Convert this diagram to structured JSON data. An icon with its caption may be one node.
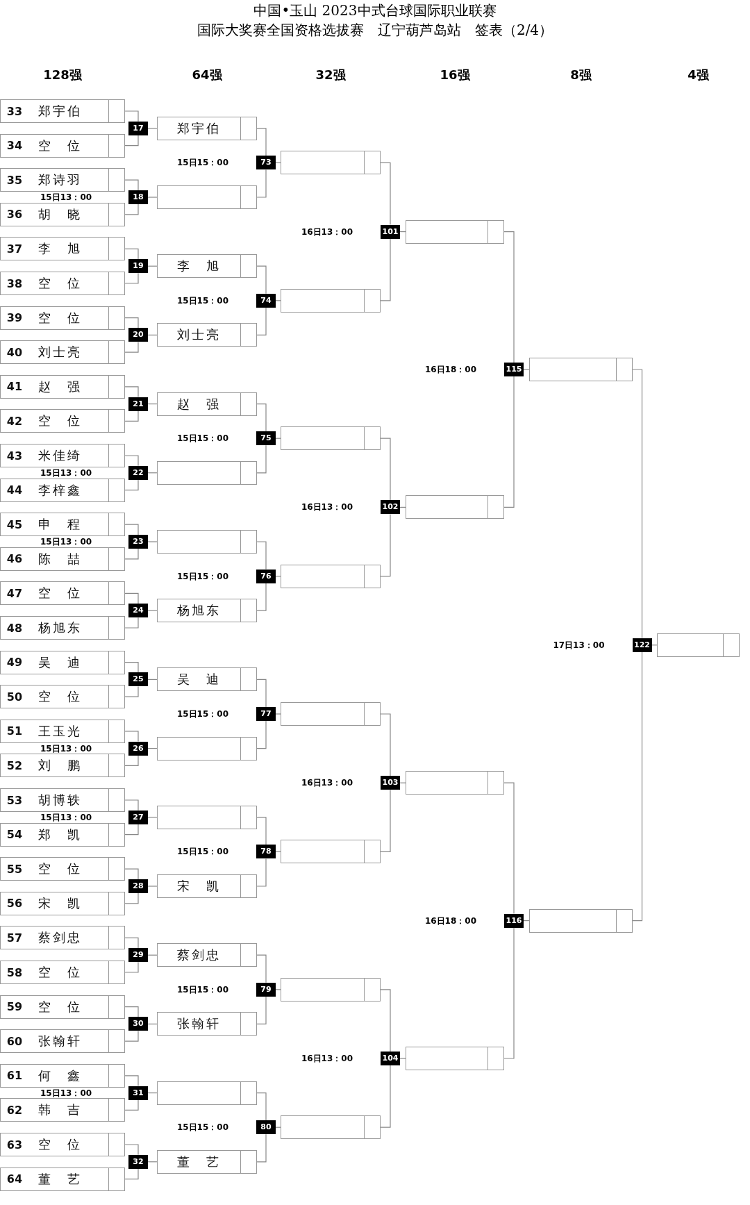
{
  "diagram": {
    "title": "中国•玉山 2023中式台球国际职业联赛",
    "nodes": [
      {
        "text": [
          "33",
          "郑宇伯"
        ]
      },
      {
        "text": [
          "34",
          "空位"
        ]
      },
      {
        "text": [
          "35",
          "郑诗羽"
        ]
      },
      {
        "text": [
          "36",
          "胡晓"
        ]
      },
      {
        "text": [
          "37",
          "李旭"
        ]
      },
      {
        "text": [
          "38",
          "空位"
        ]
      },
      {
        "text": [
          "39",
          "空位"
        ]
      },
      {
        "text": [
          "40",
          "刘士亮"
        ]
      },
      {
        "text": [
          "41",
          "赵强"
        ]
      },
      {
        "text": [
          "42",
          "空位"
        ]
      },
      {
        "text": [
          "43",
          "米佳绮"
        ]
      },
      {
        "text": [
          "44",
          "李梓鑫"
        ]
      },
      {
        "text": [
          "45",
          "申程"
        ]
      },
      {
        "text": [
          "46",
          "陈喆"
        ]
      },
      {
        "text": [
          "47",
          "空位"
        ]
      },
      {
        "text": [
          "48",
          "杨旭东"
        ]
      },
      {
        "text": [
          "49",
          "吴迪"
        ]
      },
      {
        "text": [
          "50",
          "空位"
        ]
      },
      {
        "text": [
          "51",
          "王玉光"
        ]
      },
      {
        "text": [
          "52",
          "刘鹏"
        ]
      },
      {
        "text": [
          "53",
          "胡博轶"
        ]
      },
      {
        "text": [
          "54",
          "郑凯"
        ]
      },
      {
        "text": [
          "55",
          "空位"
        ]
      },
      {
        "text": [
          "56",
          "宋凯"
        ]
      },
      {
        "text": [
          "57",
          "蔡剑忠"
        ]
      },
      {
        "text": [
          "58",
          "空位"
        ]
      },
      {
        "text": [
          "59",
          "空位"
        ]
      },
      {
        "text": [
          "60",
          "张翰轩"
        ]
      },
      {
        "text": [
          "61",
          "何鑫"
        ]
      },
      {
        "text": [
          "62",
          "韩吉"
        ]
      },
      {
        "text": [
          "63",
          "空位"
        ]
      },
      {
        "text": [
          "64",
          "董艺"
        ]
      },
      {
        "text": [
          "17"
        ]
      },
      {
        "text": [
          "18"
        ]
      },
      {
        "text": [
          "19"
        ]
      },
      {
        "text": [
          "20"
        ]
      },
      {
        "text": [
          "21"
        ]
      },
      {
        "text": [
          "22"
        ]
      },
      {
        "text": [
          "23"
        ]
      },
      {
        "text": [
          "24"
        ]
      },
      {
        "text": [
          "25"
        ]
      },
      {
        "text": [
          "26"
        ]
      },
      {
        "text": [
          "27"
        ]
      },
      {
        "text": [
          "28"
        ]
      },
      {
        "text": [
          "29"
        ]
      },
      {
        "text": [
          "30"
        ]
      },
      {
        "text": [
          "31"
        ]
      },
      {
        "text": [
          "32"
        ]
      },
      {
        "text": [
          "郑宇伯"
        ]
      },
      {
        "text": [],
        "shape": "box"
      },
      {
        "text": [
          "李旭"
        ]
      },
      {
        "text": [
          "刘士亮"
        ]
      },
      {
        "text": [
          "赵强"
        ]
      },
      {
        "text": [],
        "shape": "box"
      },
      {
        "text": [],
        "shape": "box"
      },
      {
        "text": [
          "杨旭东"
        ]
      },
      {
        "text": [
          "吴迪"
        ]
      },
      {
        "text": [],
        "shape": "box"
      },
      {
        "text": [],
        "shape": "box"
      },
      {
        "text": [
          "宋凯"
        ]
      },
      {
        "text": [
          "蔡剑忠"
        ]
      },
      {
        "text": [
          "张翰轩"
        ]
      },
      {
        "text": [],
        "shape": "box"
      },
      {
        "text": [
          "董艺"
        ]
      },
      {
        "text": [
          "73"
        ],
        "beside": [
          "15日15：00"
        ]
      },
      {
        "text": [
          "74"
        ],
        "beside": [
          "15日15：00"
        ]
      },
      {
        "text": [
          "75"
        ],
        "beside": [
          "15日15：00"
        ]
      },
      {
        "text": [
          "76"
        ],
        "beside": [
          "15日15：00"
        ]
      },
      {
        "text": [
          "77"
        ],
        "beside": [
          "15日15：00"
        ]
      },
      {
        "text": [
          "78"
        ],
        "beside": [
          "15日15：00"
        ]
      },
      {
        "text": [
          "79"
        ],
        "beside": [
          "15日15：00"
        ]
      },
      {
        "text": [
          "80"
        ],
        "beside": [
          "15日15：00"
        ]
      },
      {
        "text": [],
        "shape": "box"
      },
      {
        "text": [],
        "shape": "box"
      },
      {
        "text": [],
        "shape": "box"
      },
      {
        "text": [],
        "shape": "box"
      },
      {
        "text": [],
        "shape": "box"
      },
      {
        "text": [],
        "shape": "box"
      },
      {
        "text": [],
        "shape": "box"
      },
      {
        "text": [],
        "shape": "box"
      },
      {
        "text": [
          "101"
        ],
        "beside": [
          "16日13：00"
        ]
      },
      {
        "text": [
          "102"
        ],
        "beside": [
          "16日13：00"
        ]
      },
      {
        "text": [
          "103"
        ],
        "beside": [
          "16日13：00"
        ]
      },
      {
        "text": [
          "104"
        ],
        "beside": [
          "16日13：00"
        ]
      },
      {
        "text": [],
        "shape": "box"
      },
      {
        "text": [],
        "shape": "box"
      },
      {
        "text": [],
        "shape": "box"
      },
      {
        "text": [],
        "shape": "box"
      },
      {
        "text": [
          "115"
        ],
        "beside": [
          "16日18：00"
        ]
      },
      {
        "text": [
          "116"
        ],
        "beside": [
          "16日18：00"
        ]
      },
      {
        "text": [],
        "shape": "box"
      },
      {
        "text": [],
        "shape": "box"
      },
      {
        "text": [
          "122"
        ],
        "beside": [
          "17日13：00"
        ]
      },
      {
        "text": [],
        "shape": "box"
      }
    ],
    "edges": [
      {
        "from": 0,
        "to": 32,
        "arrow": "none"
      },
      {
        "from": 1,
        "to": 32,
        "arrow": "none"
      },
      {
        "from": 32,
        "to": 48,
        "arrow": "none"
      },
      {
        "from": 2,
        "to": 33,
        "arrow": "none"
      },
      {
        "from": 3,
        "to": 33,
        "arrow": "none"
      },
      {
        "from": 33,
        "to": 49,
        "arrow": "none"
      },
      {
        "from": 4,
        "to": 34,
        "arrow": "none"
      },
      {
        "from": 5,
        "to": 34,
        "arrow": "none"
      },
      {
        "from": 34,
        "to": 50,
        "arrow": "none"
      },
      {
        "from": 6,
        "to": 35,
        "arrow": "none"
      },
      {
        "from": 7,
        "to": 35,
        "arrow": "none"
      },
      {
        "from": 35,
        "to": 51,
        "arrow": "none"
      },
      {
        "from": 8,
        "to": 36,
        "arrow": "none"
      },
      {
        "from": 9,
        "to": 36,
        "arrow": "none"
      },
      {
        "from": 36,
        "to": 52,
        "arrow": "none"
      },
      {
        "from": 10,
        "to": 37,
        "arrow": "none"
      },
      {
        "from": 11,
        "to": 37,
        "arrow": "none"
      },
      {
        "from": 37,
        "to": 53,
        "arrow": "none"
      },
      {
        "from": 12,
        "to": 38,
        "arrow": "none"
      },
      {
        "from": 13,
        "to": 38,
        "arrow": "none"
      },
      {
        "from": 38,
        "to": 54,
        "arrow": "none"
      },
      {
        "from": 14,
        "to": 39,
        "arrow": "none"
      },
      {
        "from": 15,
        "to": 39,
        "arrow": "none"
      },
      {
        "from": 39,
        "to": 55,
        "arrow": "none"
      },
      {
        "from": 16,
        "to": 40,
        "arrow": "none"
      },
      {
        "from": 17,
        "to": 40,
        "arrow": "none"
      },
      {
        "from": 40,
        "to": 56,
        "arrow": "none"
      },
      {
        "from": 18,
        "to": 41,
        "arrow": "none"
      },
      {
        "from": 19,
        "to": 41,
        "arrow": "none"
      },
      {
        "from": 41,
        "to": 57,
        "arrow": "none"
      },
      {
        "from": 20,
        "to": 42,
        "arrow": "none"
      },
      {
        "from": 21,
        "to": 42,
        "arrow": "none"
      },
      {
        "from": 42,
        "to": 58,
        "arrow": "none"
      },
      {
        "from": 22,
        "to": 43,
        "arrow": "none"
      },
      {
        "from": 23,
        "to": 43,
        "arrow": "none"
      },
      {
        "from": 43,
        "to": 59,
        "arrow": "none"
      },
      {
        "from": 24,
        "to": 44,
        "arrow": "none"
      },
      {
        "from": 25,
        "to": 44,
        "arrow": "none"
      },
      {
        "from": 44,
        "to": 60,
        "arrow": "none"
      },
      {
        "from": 26,
        "to": 45,
        "arrow": "none"
      },
      {
        "from": 27,
        "to": 45,
        "arrow": "none"
      },
      {
        "from": 45,
        "to": 61,
        "arrow": "none"
      },
      {
        "from": 28,
        "to": 46,
        "arrow": "none"
      },
      {
        "from": 29,
        "to": 46,
        "arrow": "none"
      },
      {
        "from": 46,
        "to": 62,
        "arrow": "none"
      },
      {
        "from": 30,
        "to": 47,
        "arrow": "none"
      },
      {
        "from": 31,
        "to": 47,
        "arrow": "none"
      },
      {
        "from": 47,
        "to": 63,
        "arrow": "none"
      },
      {
        "from": 48,
        "to": 64,
        "arrow": "none"
      },
      {
        "from": 49,
        "to": 64,
        "arrow": "none"
      },
      {
        "from": 64,
        "to": 72,
        "arrow": "none"
      },
      {
        "from": 50,
        "to": 65,
        "arrow": "none"
      },
      {
        "from": 51,
        "to": 65,
        "arrow": "none"
      },
      {
        "from": 65,
        "to": 73,
        "arrow": "none"
      },
      {
        "from": 52,
        "to": 66,
        "arrow": "none"
      },
      {
        "from": 53,
        "to": 66,
        "arrow": "none"
      },
      {
        "from": 66,
        "to": 74,
        "arrow": "none"
      },
      {
        "from": 54,
        "to": 67,
        "arrow": "none"
      },
      {
        "from": 55,
        "to": 67,
        "arrow": "none"
      },
      {
        "from": 67,
        "to": 75,
        "arrow": "none"
      },
      {
        "from": 56,
        "to": 68,
        "arrow": "none"
      },
      {
        "from": 57,
        "to": 68,
        "arrow": "none"
      },
      {
        "from": 68,
        "to": 76,
        "arrow": "none"
      },
      {
        "from": 58,
        "to": 69,
        "arrow": "none"
      },
      {
        "from": 59,
        "to": 69,
        "arrow": "none"
      },
      {
        "from": 69,
        "to": 77,
        "arrow": "none"
      },
      {
        "from": 60,
        "to": 70,
        "arrow": "none"
      },
      {
        "from": 61,
        "to": 70,
        "arrow": "none"
      },
      {
        "from": 70,
        "to": 78,
        "arrow": "none"
      },
      {
        "from": 62,
        "to": 71,
        "arrow": "none"
      },
      {
        "from": 63,
        "to": 71,
        "arrow": "none"
      },
      {
        "from": 71,
        "to": 79,
        "arrow": "none"
      },
      {
        "from": 72,
        "to": 80,
        "arrow": "none"
      },
      {
        "from": 73,
        "to": 80,
        "arrow": "none"
      },
      {
        "from": 80,
        "to": 84,
        "arrow": "none"
      },
      {
        "from": 74,
        "to": 81,
        "arrow": "none"
      },
      {
        "from": 75,
        "to": 81,
        "arrow": "none"
      },
      {
        "from": 81,
        "to": 85,
        "arrow": "none"
      },
      {
        "from": 76,
        "to": 82,
        "arrow": "none"
      },
      {
        "from": 77,
        "to": 82,
        "arrow": "none"
      },
      {
        "from": 82,
        "to": 86,
        "arrow": "none"
      },
      {
        "from": 78,
        "to": 83,
        "arrow": "none"
      },
      {
        "from": 79,
        "to": 83,
        "arrow": "none"
      },
      {
        "from": 83,
        "to": 87,
        "arrow": "none"
      },
      {
        "from": 84,
        "to": 88,
        "arrow": "none"
      },
      {
        "from": 85,
        "to": 88,
        "arrow": "none"
      },
      {
        "from": 88,
        "to": 90,
        "arrow": "none"
      },
      {
        "from": 86,
        "to": 89,
        "arrow": "none"
      },
      {
        "from": 87,
        "to": 89,
        "arrow": "none"
      },
      {
        "from": 89,
        "to": 91,
        "arrow": "none"
      },
      {
        "from": 90,
        "to": 92,
        "arrow": "none"
      },
      {
        "from": 91,
        "to": 92,
        "arrow": "none"
      },
      {
        "from": 92,
        "to": 93,
        "arrow": "none"
      }
    ],
    "labels": [
      "国际大奖赛全国资格选拔赛　辽宁葫芦岛站　签表（2/4）",
      "128强",
      "64强",
      "32强",
      "16强",
      "8强",
      "4强",
      "15日13：00",
      "15日13：00",
      "15日13：00",
      "15日13：00",
      "15日13：00",
      "15日13：00"
    ]
  }
}
